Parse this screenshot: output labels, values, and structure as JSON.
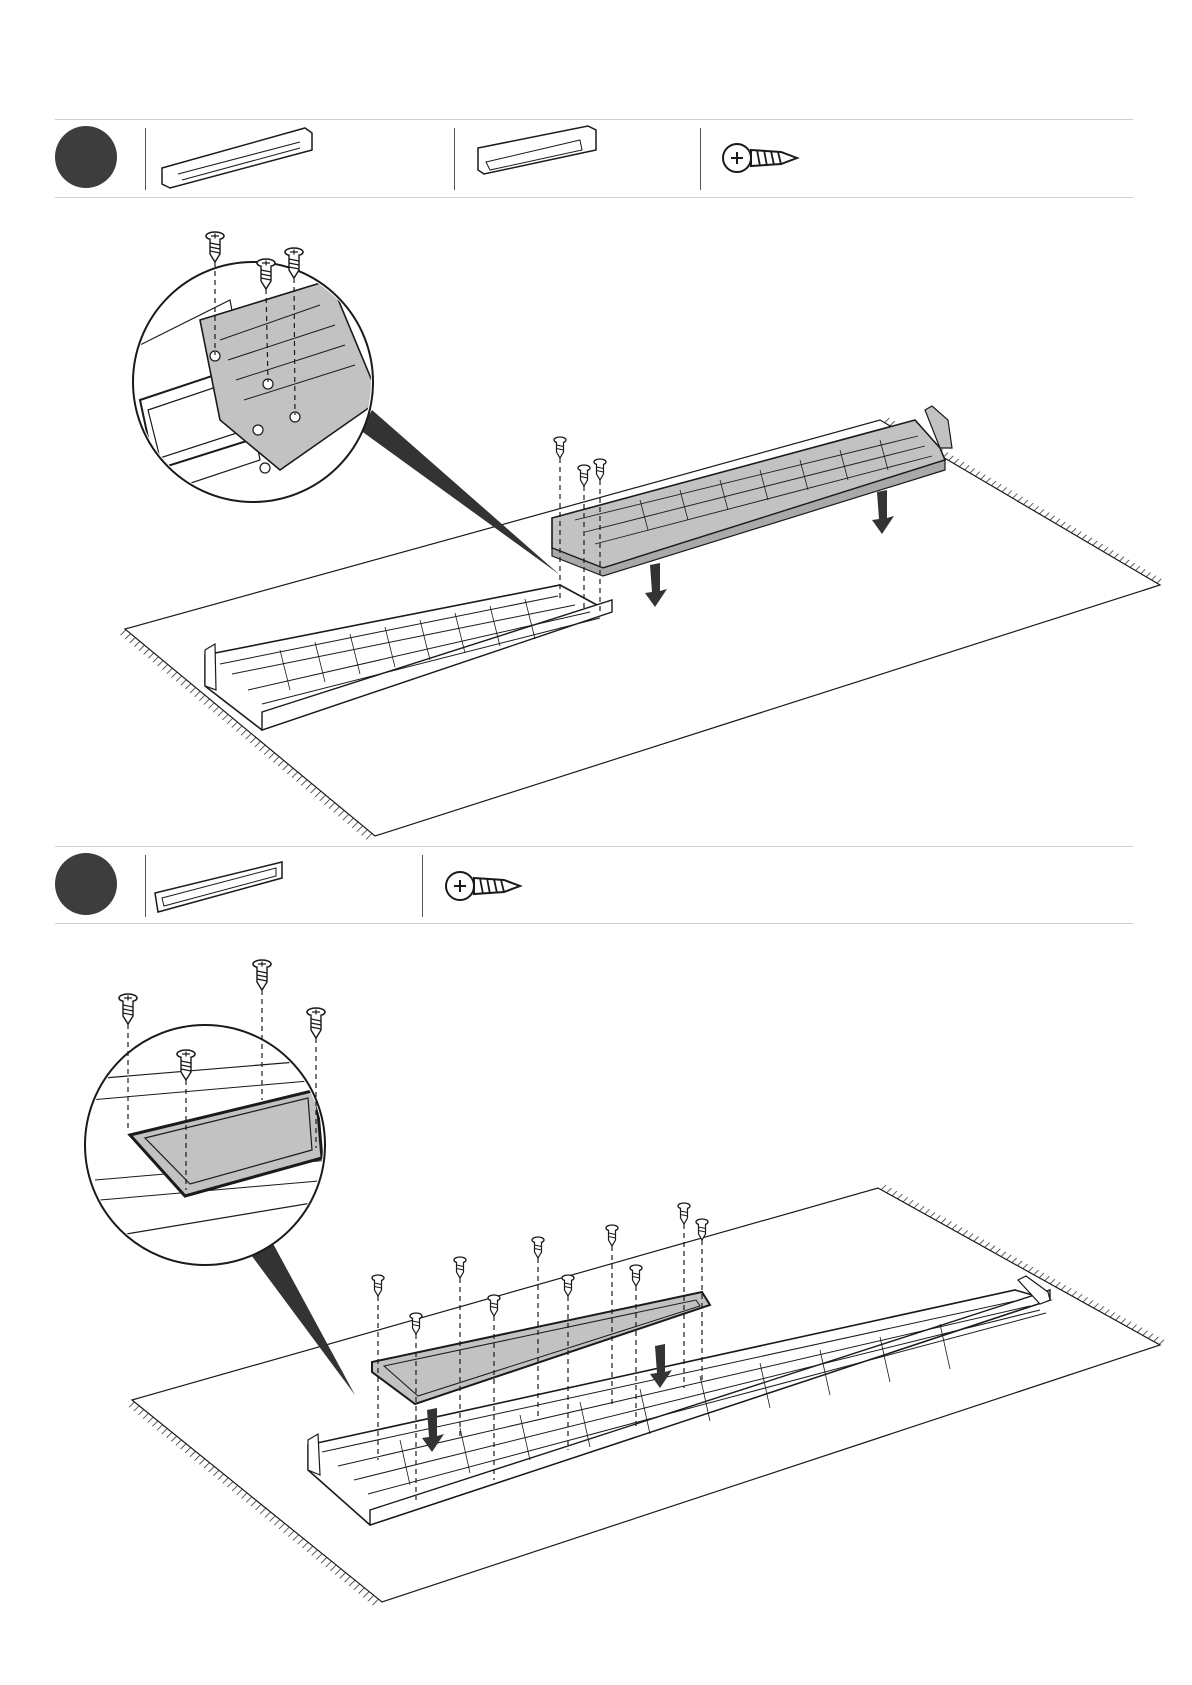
{
  "colors": {
    "badge": "#3d3d3d",
    "line": "#1a1a1a",
    "part_fill": "#bdbdbd",
    "arrow": "#333333",
    "rule": "#cfcfcf"
  },
  "steps": [
    {
      "parts": [
        "angled-rail-left",
        "angled-rail-right",
        "screw"
      ]
    },
    {
      "parts": [
        "tapered-panel",
        "screw"
      ]
    }
  ],
  "icons": [
    "phillips-screw-icon",
    "down-arrow-icon",
    "magnifier-callout"
  ]
}
